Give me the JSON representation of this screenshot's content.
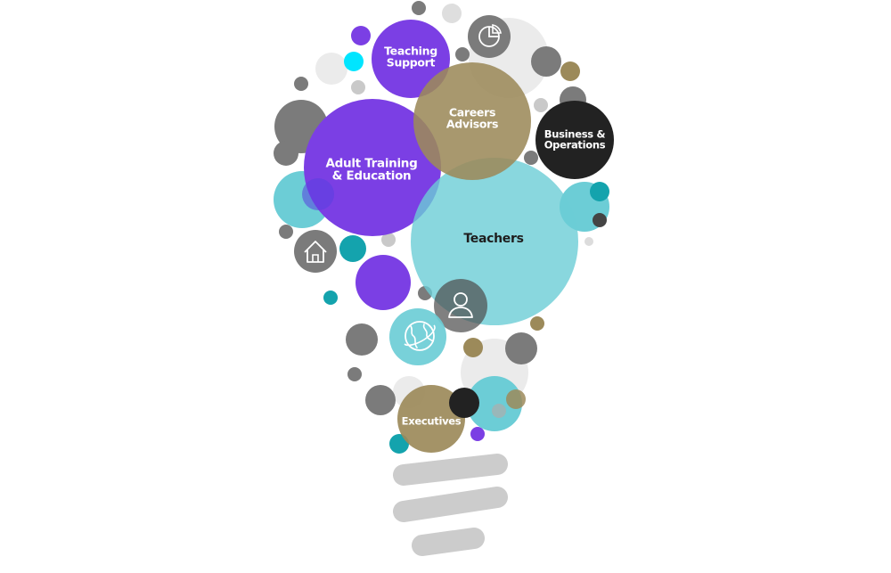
{
  "palette": {
    "purple": "#7b3fe4",
    "teal_light": "#6ccdd6",
    "teal": "#14a3ad",
    "tan": "#9c8a5a",
    "dark": "#222222",
    "grey": "#7b7b7b",
    "light_grey": "#c9c9c9",
    "pale_grey": "#ebebeb",
    "cyan": "#00e5ff",
    "white": "#ffffff"
  },
  "audiences": [
    {
      "id": "teaching-support",
      "lines": [
        "Teaching",
        "Support"
      ],
      "color_key": "purple"
    },
    {
      "id": "careers-advisors",
      "lines": [
        "Careers",
        "Advisors"
      ],
      "color_key": "tan"
    },
    {
      "id": "business-operations",
      "lines": [
        "Business &",
        "Operations"
      ],
      "color_key": "dark"
    },
    {
      "id": "adult-training-education",
      "lines": [
        "Adult Training",
        "& Education"
      ],
      "color_key": "purple"
    },
    {
      "id": "teachers",
      "lines": [
        "Teachers"
      ],
      "color_key": "teal_light"
    },
    {
      "id": "executives",
      "lines": [
        "Executives"
      ],
      "color_key": "tan"
    }
  ],
  "icons": [
    "chart-pie-icon",
    "home-icon",
    "user-icon",
    "globe-icon"
  ]
}
